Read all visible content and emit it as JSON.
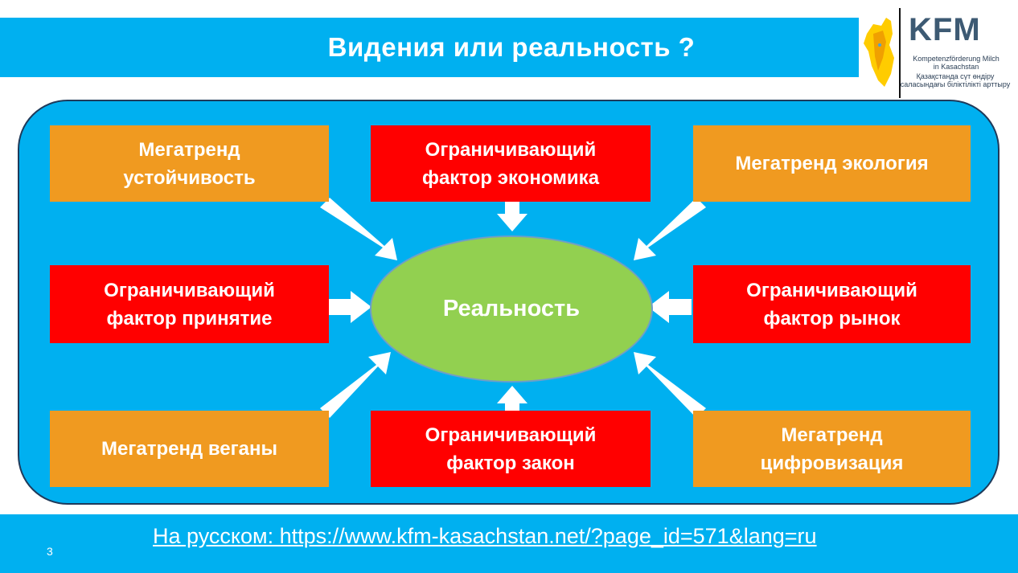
{
  "title": "Видения или реальность ?",
  "logo": {
    "brand": "KFM",
    "subtitle_de": "Kompetenzförderung Milch\nin Kasachstan",
    "subtitle_kz": "Қазақстанда сүт өндіру\nсаласындағы біліктілікті арттыру"
  },
  "center": "Реальность",
  "nodes": {
    "top_left": "Мегатренд\nустойчивость",
    "top_center": "Ограничивающий\nфактор экономика",
    "top_right": "Мегатренд экология",
    "mid_left": "Ограничивающий\nфактор принятие",
    "mid_right": "Ограничивающий\nфактор рынок",
    "bottom_left": "Мегатренд веганы",
    "bottom_center": "Ограничивающий\nфактор закон",
    "bottom_right": "Мегатренд\nцифровизация"
  },
  "footer": {
    "page_number": "3",
    "link_text": "На русском: https://www.kfm-kasachstan.net/?page_id=571&lang=ru"
  },
  "colors": {
    "background_blue": "#00b0f0",
    "megatrend": "#f09a20",
    "limiting_factor": "#ff0000",
    "center": "#92d050"
  }
}
